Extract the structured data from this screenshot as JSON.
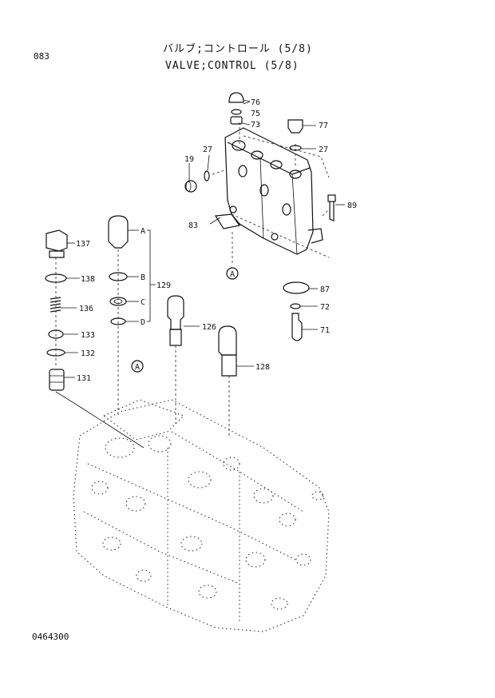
{
  "header": {
    "page_number": "083",
    "title_jp": "バルブ;コントロール (5/8)",
    "title_en": "VALVE;CONTROL (5/8)"
  },
  "footer": {
    "drawing_number": "0464300"
  },
  "callouts": {
    "c76": "76",
    "c75": "75",
    "c73": "73",
    "c77": "77",
    "c27a": "27",
    "c27b": "27",
    "c19": "19",
    "c89": "89",
    "c83": "83",
    "c87": "87",
    "c72": "72",
    "c71": "71",
    "c137": "137",
    "c138": "138",
    "c136": "136",
    "c133": "133",
    "c132": "132",
    "c131": "131",
    "c126": "126",
    "c128": "128",
    "c129": "129",
    "cA": "A",
    "cB": "B",
    "cC": "C",
    "cD": "D"
  },
  "references": {
    "ref_a_upper": "A",
    "ref_a_lower": "A"
  }
}
